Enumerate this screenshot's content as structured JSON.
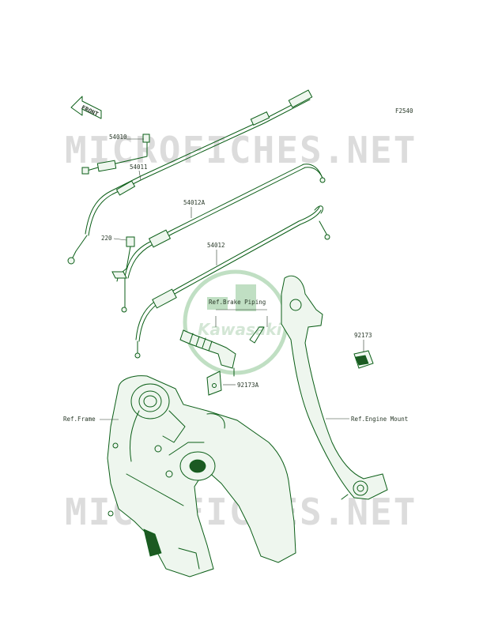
{
  "figure_id": "F2540",
  "front_label": "FRONT",
  "watermark": "MICROFICHES.NET",
  "logo_text": "Kawasaki",
  "part_labels": {
    "p54010": "54010",
    "p54011": "54011",
    "p54012A": "54012A",
    "p220": "220",
    "p54012": "54012",
    "p92173": "92173",
    "p92173A": "92173A"
  },
  "reference_labels": {
    "brake_piping": "Ref.Brake Piping",
    "frame": "Ref.Frame",
    "engine_mount": "Ref.Engine Mount"
  },
  "colors": {
    "line": "#0b5e17",
    "part_fill": "#eef6ee",
    "watermark": "#d6d6d6",
    "logo": "#6fae74"
  }
}
